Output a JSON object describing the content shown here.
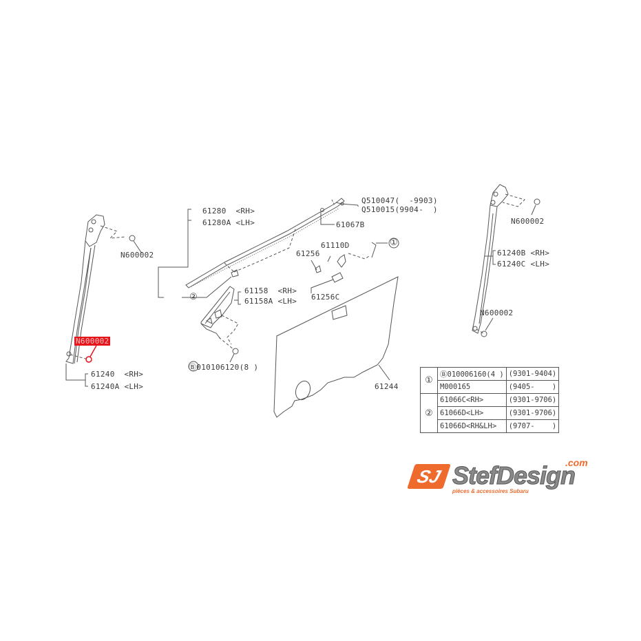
{
  "diagram": {
    "labels": {
      "n600002_top_left": "N600002",
      "n600002_highlighted": "N600002",
      "p61240_rh": "61240  <RH>",
      "p61240a_lh": "61240A <LH>",
      "p61280_rh": "61280  <RH>",
      "p61280a_lh": "61280A <LH>",
      "q510047": "Q510047(  -9903)",
      "q510015": "Q510015(9904-  )",
      "p61067b": "61067B",
      "p61110d": "61110D",
      "p61256": "61256",
      "p61256c": "61256C",
      "ref1_callout": "①",
      "ref2_callout": "②",
      "p61158_rh": "61158  <RH>",
      "p61158a_lh": "61158A <LH>",
      "bolt_b_010106120": "Ⓑ010106120(8 )",
      "p61244": "61244",
      "n600002_top_right": "N600002",
      "p61240b_rh": "61240B <RH>",
      "p61240c_lh": "61240C <LH>",
      "n600002_bottom_right": "N600002"
    },
    "highlight_color": "#e8141c",
    "parts_table": {
      "groups": [
        {
          "ref": "①",
          "rows": [
            {
              "part": "Ⓑ010006160(4 )",
              "range": "(9301-9404)"
            },
            {
              "part": "M000165",
              "range": "(9405-    )"
            }
          ]
        },
        {
          "ref": "②",
          "rows": [
            {
              "part": "61066C<RH>",
              "range": "(9301-9706)"
            },
            {
              "part": "61066D<LH>",
              "range": "(9301-9706)"
            },
            {
              "part": "61066D<RH&LH>",
              "range": "(9707-    )"
            }
          ]
        }
      ]
    }
  },
  "logo": {
    "mark": "SJ",
    "name": "StefDesign",
    "domain_suffix": ".com",
    "tagline": "pièces & accessoires Subaru",
    "brand_color": "#ef6b2d"
  }
}
